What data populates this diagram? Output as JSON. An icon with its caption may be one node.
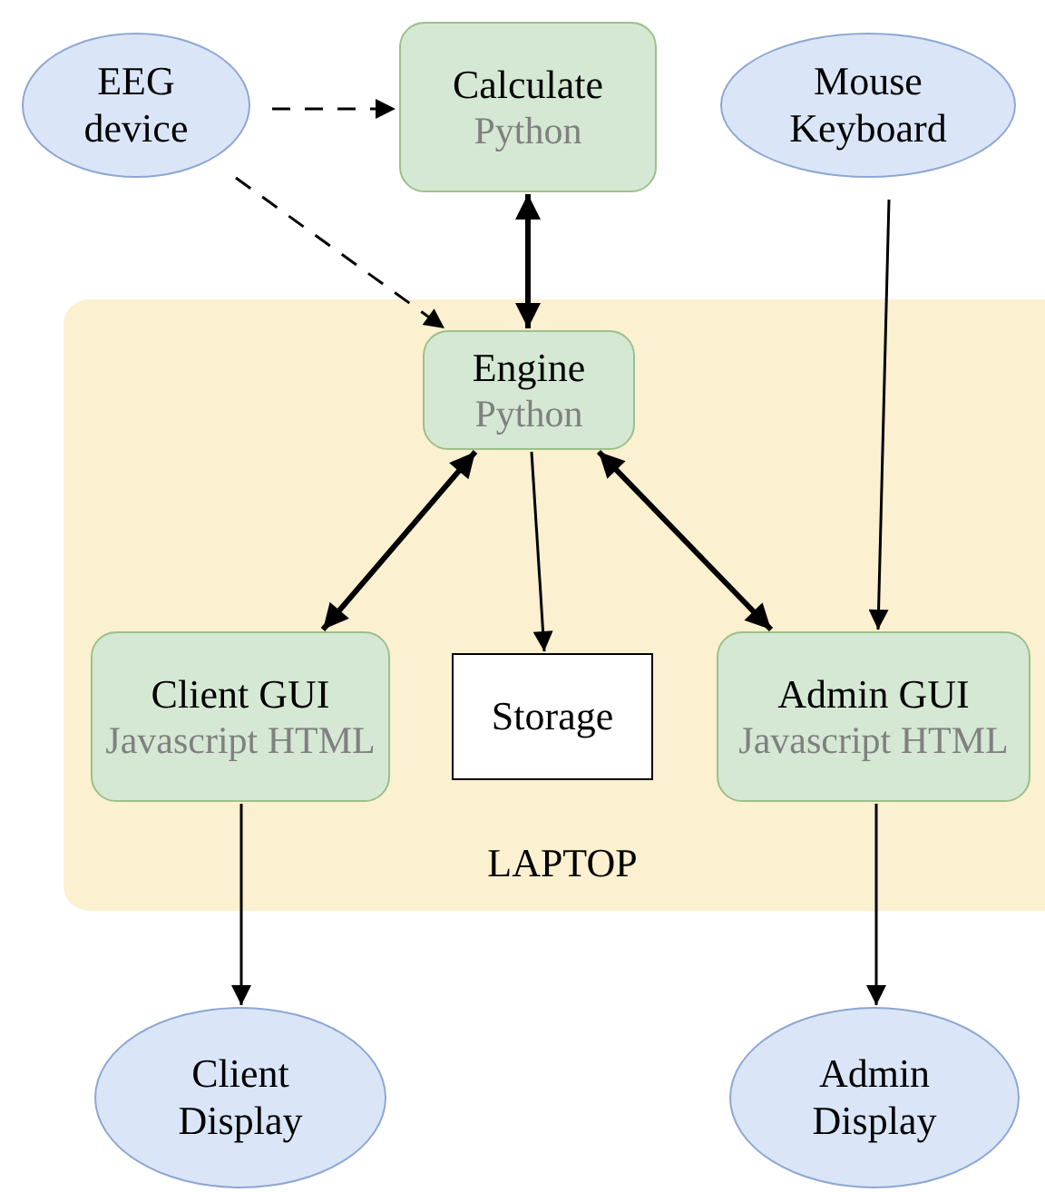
{
  "diagram": {
    "nodes": [
      {
        "text": [
          "EEG device"
        ]
      },
      {
        "text": [
          "Calculate",
          "Python"
        ]
      },
      {
        "text": [
          "Mouse Keyboard"
        ]
      },
      {
        "text": [
          "LAPTOP"
        ]
      },
      {
        "text": [
          "Engine",
          "Python"
        ],
        "in": 3
      },
      {
        "text": [
          "Client GUI",
          "Javascript HTML"
        ],
        "in": 3
      },
      {
        "text": [
          "Storage"
        ],
        "in": 3
      },
      {
        "text": [
          "Admin GUI",
          "Javascript HTML"
        ],
        "in": 3
      },
      {
        "text": [
          "Client Display"
        ]
      },
      {
        "text": [
          "Admin Display"
        ]
      }
    ],
    "edges": [
      {
        "from": 0,
        "to": 1,
        "arrow": "to",
        "style": "dashed"
      },
      {
        "from": 0,
        "to": 4,
        "arrow": "to",
        "style": "dashed"
      },
      {
        "from": 1,
        "to": 4,
        "arrow": "both",
        "style": "thick"
      },
      {
        "from": 2,
        "to": 7,
        "arrow": "to"
      },
      {
        "from": 4,
        "to": 5,
        "arrow": "both",
        "style": "thick"
      },
      {
        "from": 4,
        "to": 6,
        "arrow": "to"
      },
      {
        "from": 4,
        "to": 7,
        "arrow": "both",
        "style": "thick"
      },
      {
        "from": 5,
        "to": 8,
        "arrow": "to"
      },
      {
        "from": 7,
        "to": 9,
        "arrow": "to"
      }
    ]
  }
}
